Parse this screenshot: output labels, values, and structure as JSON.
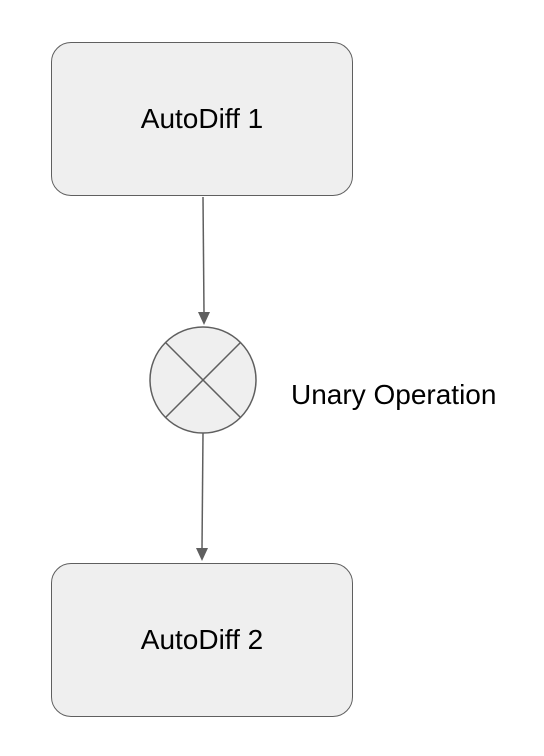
{
  "nodes": {
    "top": {
      "label": "AutoDiff 1"
    },
    "bottom": {
      "label": "AutoDiff 2"
    }
  },
  "operation": {
    "label": "Unary Operation",
    "icon": "circle-x-operator-icon"
  },
  "colors": {
    "node_fill": "#efefef",
    "stroke": "#5f5f5f",
    "text": "#000000"
  }
}
